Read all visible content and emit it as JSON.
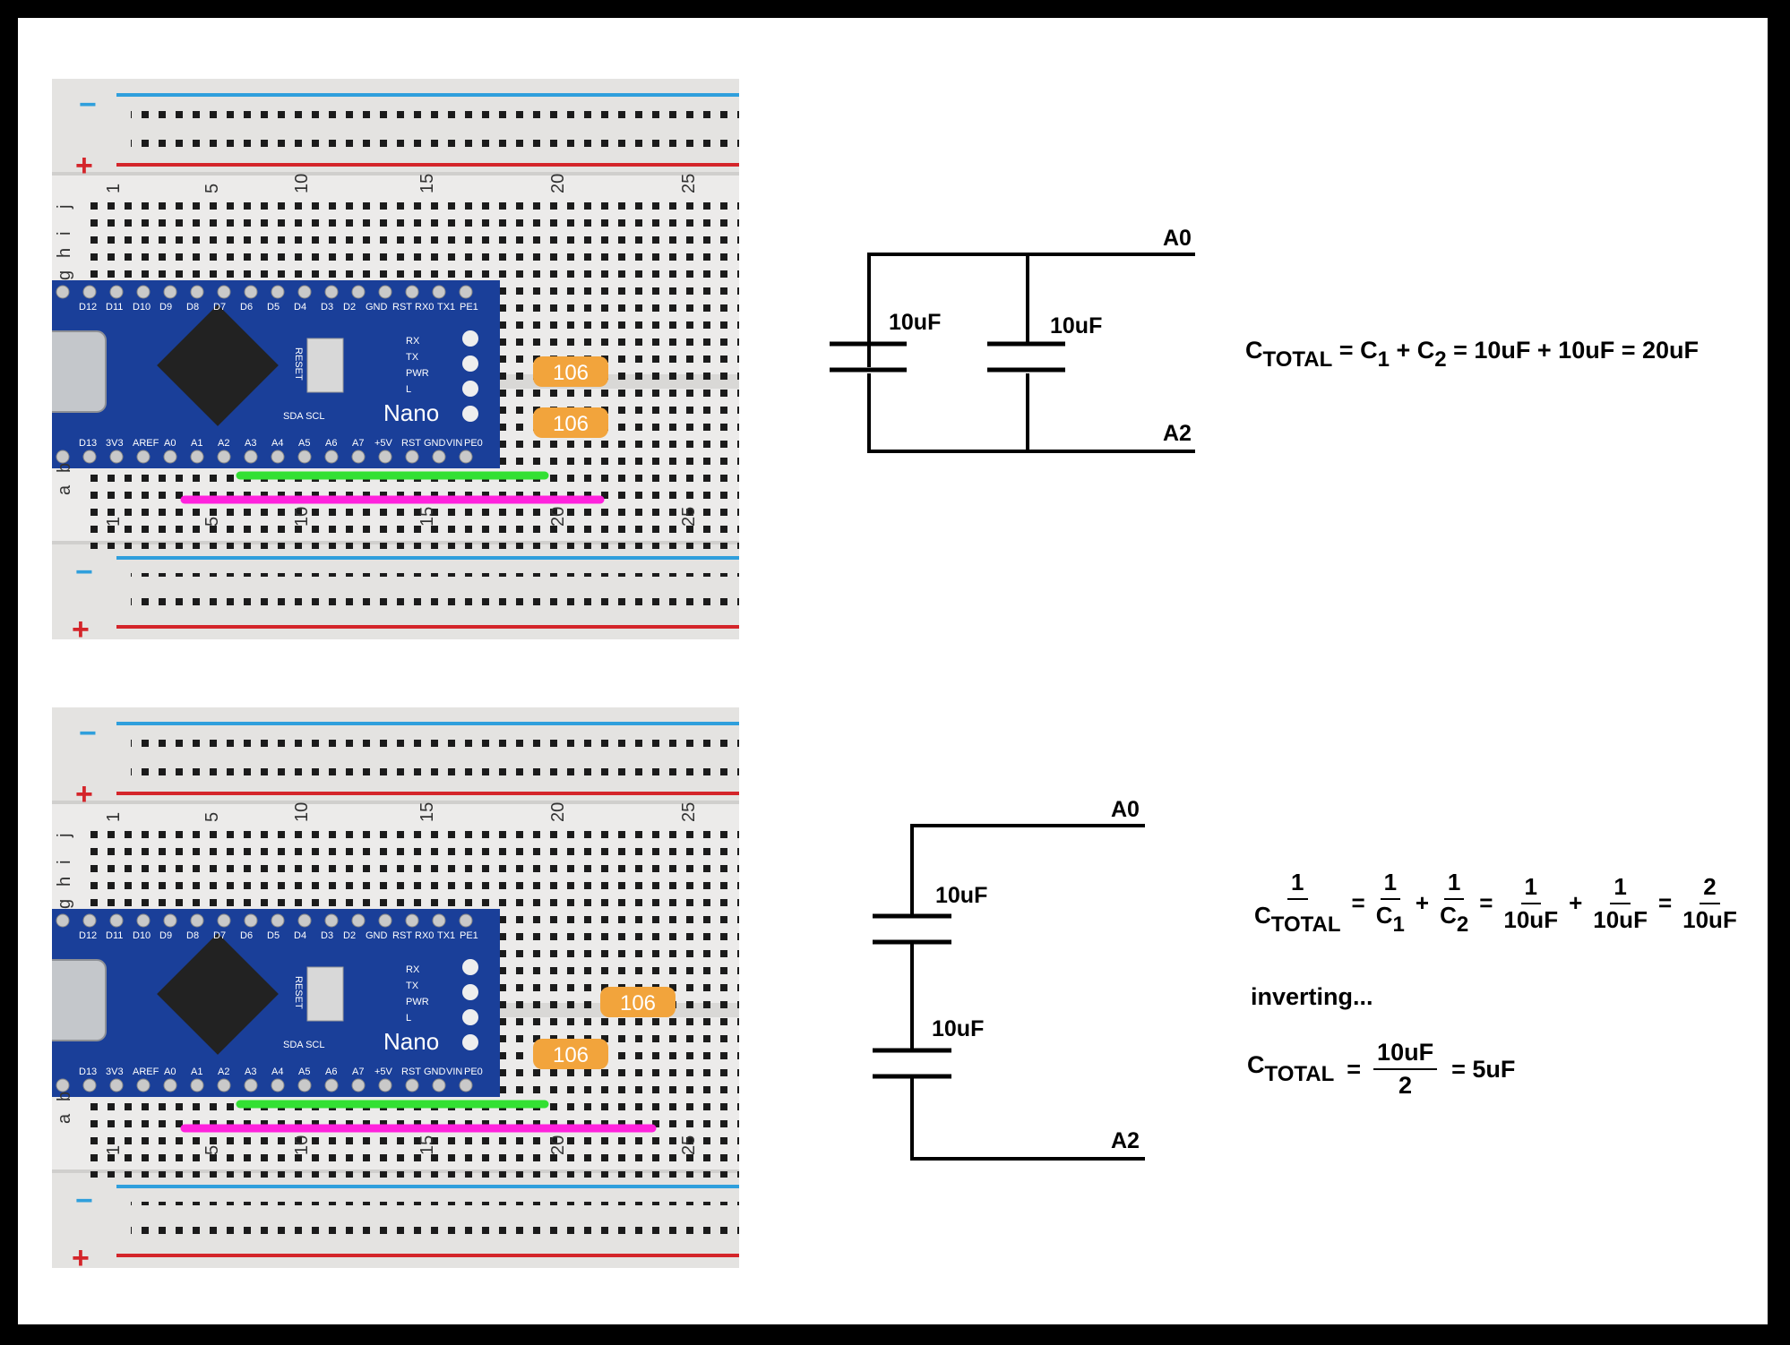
{
  "breadboard": {
    "rail_minus": "−",
    "rail_plus": "+",
    "column_numbers": [
      "1",
      "5",
      "10",
      "15",
      "20",
      "25"
    ],
    "row_letters_top": [
      "j",
      "i",
      "h",
      "g"
    ],
    "row_letters_bottom": [
      "b",
      "a"
    ],
    "board_label": "Nano",
    "top_pin_labels": [
      "D12",
      "D11",
      "D10",
      "D9",
      "D8",
      "D7",
      "D6",
      "D5",
      "D4",
      "D3",
      "D2",
      "GND",
      "RST",
      "RX0",
      "TX1",
      "PE1"
    ],
    "bottom_pin_labels": [
      "D13",
      "3V3",
      "AREF",
      "A0",
      "A1",
      "A2",
      "A3",
      "A4",
      "A5",
      "A6",
      "A7",
      "+5V",
      "RST",
      "GND",
      "VIN",
      "PE0"
    ],
    "led_labels": [
      "RX",
      "TX",
      "PWR",
      "L"
    ],
    "reset_label": "RESET",
    "i2c_label": "SDA SCL",
    "capacitor_code": "106",
    "colors": {
      "board_blue": "#1a3f99",
      "green_wire": "#33e033",
      "magenta_wire": "#ff22dd",
      "cap_orange": "#f2a43c",
      "rail_blue": "#2f9fdc",
      "rail_red": "#d4252a"
    }
  },
  "parallel": {
    "labels": {
      "top": "A0",
      "bottom": "A2",
      "c1": "10uF",
      "c2": "10uF"
    },
    "equation": {
      "c": "C",
      "total": "TOTAL",
      "eq": "=",
      "plus": "+",
      "sub1": "1",
      "sub2": "2",
      "rhs": "= 10uF + 10uF = 20uF"
    }
  },
  "series": {
    "labels": {
      "top": "A0",
      "bottom": "A2",
      "c1": "10uF",
      "c2": "10uF"
    },
    "equation": {
      "one": "1",
      "c": "C",
      "total": "TOTAL",
      "sub1": "1",
      "sub2": "2",
      "eq": "=",
      "plus": "+",
      "ten_uf": "10uF",
      "two": "2",
      "inverting": "inverting...",
      "final_rhs": "= 5uF"
    }
  }
}
